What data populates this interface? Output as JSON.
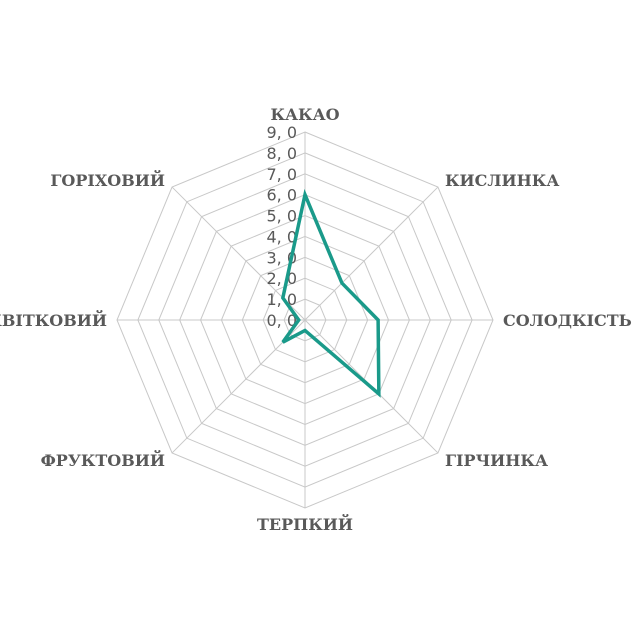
{
  "chart_data": {
    "type": "radar",
    "axes": [
      "КАКАО",
      "КИСЛИНКА",
      "СОЛОДКІСТЬ",
      "ГІРЧИНКА",
      "ТЕРПКИЙ",
      "ФРУКТОВИЙ",
      "КВІТКОВИЙ",
      "ГОРІХОВИЙ"
    ],
    "tick_labels": [
      "0, 0",
      "1, 0",
      "2, 0",
      "3, 0",
      "4, 0",
      "5, 0",
      "6, 0",
      "7, 0",
      "8, 0",
      "9, 0"
    ],
    "rlim": [
      0,
      9
    ],
    "grid": true,
    "series": [
      {
        "values": [
          6.0,
          2.5,
          3.5,
          5.0,
          0.5,
          1.5,
          0.3,
          1.5
        ],
        "color": "#1a9a8a"
      }
    ]
  }
}
